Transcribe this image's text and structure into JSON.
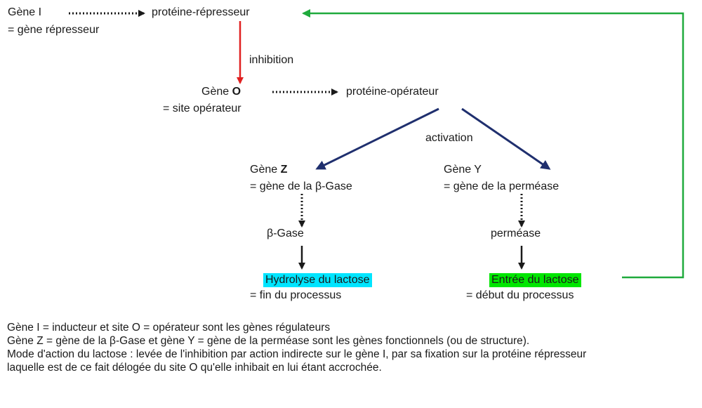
{
  "gene_i": {
    "prefix": "Gène ",
    "letter": "I",
    "subtitle": "= gène répresseur"
  },
  "proteine_represseur": "protéine-répresseur",
  "inhibition": "inhibition",
  "gene_o": {
    "prefix": "Gène ",
    "letter": "O",
    "subtitle": "= site opérateur"
  },
  "proteine_operateur": "protéine-opérateur",
  "activation": "activation",
  "gene_z": {
    "prefix": "Gène ",
    "letter": "Z",
    "subtitle": "= gène de la β-Gase"
  },
  "gene_y": {
    "prefix": "Gène ",
    "letter": "Y",
    "subtitle": "= gène de la perméase"
  },
  "beta_gase": "β-Gase",
  "permease": "perméase",
  "hydrolyse": {
    "label": "Hydrolyse du lactose",
    "subtitle": "= fin du processus",
    "color": "#00e5ff"
  },
  "entree": {
    "label": "Entrée du lactose",
    "subtitle": "= début du processus",
    "color": "#00e600"
  },
  "colors": {
    "inhibition_arrow": "#e02020",
    "activation_arrow": "#1f2f6e",
    "feedback_arrow": "#1faa3c",
    "dotted_arrow": "#1a1a1a"
  },
  "notes": [
    "Gène I = inducteur et site O = opérateur sont les gènes régulateurs",
    "Gène Z = gène de la β-Gase et gène Y = gène de la perméase sont les gènes fonctionnels (ou de structure).",
    "Mode d'action du lactose : levée de l'inhibition par action indirecte sur le gène I, par sa fixation sur la protéine répresseur laquelle est de ce fait délogée du site O qu'elle inhibait en lui étant accrochée."
  ]
}
